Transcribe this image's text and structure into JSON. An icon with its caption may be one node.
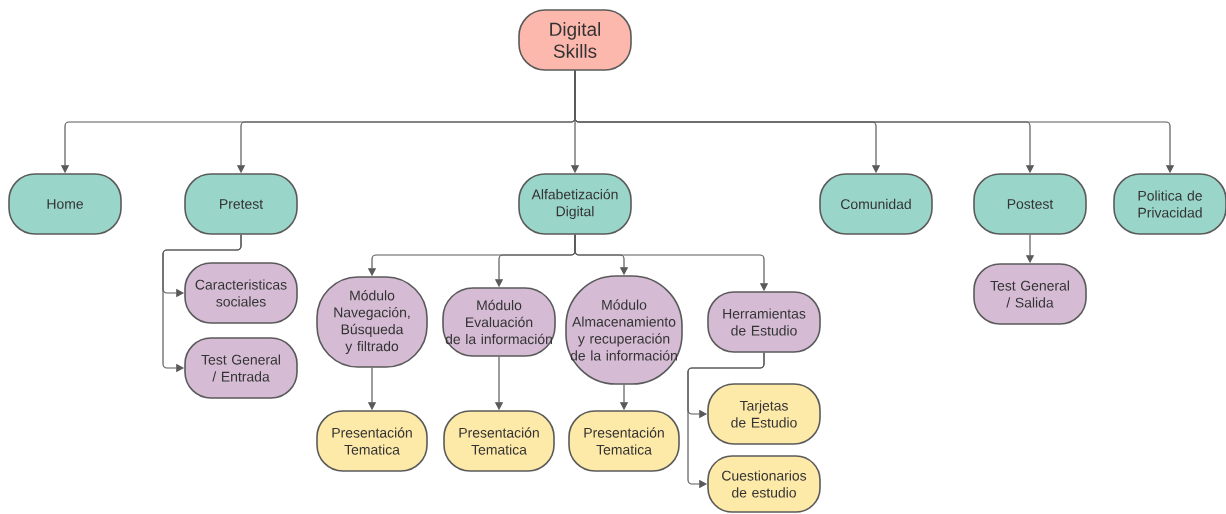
{
  "diagram": {
    "nodes": [
      {
        "text": [
          "Digital Skills"
        ]
      },
      {
        "text": [
          "Home"
        ]
      },
      {
        "text": [
          "Pretest"
        ]
      },
      {
        "text": [
          "Alfabetización Digital"
        ]
      },
      {
        "text": [
          "Comunidad"
        ]
      },
      {
        "text": [
          "Postest"
        ]
      },
      {
        "text": [
          "Politica de Privacidad"
        ]
      },
      {
        "text": [
          "Caracteristicas sociales"
        ]
      },
      {
        "text": [
          "Test General / Entrada"
        ]
      },
      {
        "text": [
          "Módulo Navegación, Búsqueda y filtrado"
        ]
      },
      {
        "text": [
          "Módulo Evaluación de la información"
        ]
      },
      {
        "text": [
          "Módulo Almacenamiento y recuperación de la información"
        ]
      },
      {
        "text": [
          "Herramientas de Estudio"
        ]
      },
      {
        "text": [
          "Test General / Salida"
        ]
      },
      {
        "text": [
          "Presentación Tematica"
        ]
      },
      {
        "text": [
          "Presentación Tematica"
        ]
      },
      {
        "text": [
          "Presentación Tematica"
        ]
      },
      {
        "text": [
          "Tarjetas de Estudio"
        ]
      },
      {
        "text": [
          "Cuestionarios de estudio"
        ]
      }
    ],
    "edges": [
      {
        "from": 0,
        "to": 1,
        "arrow": "to"
      },
      {
        "from": 0,
        "to": 2,
        "arrow": "to"
      },
      {
        "from": 0,
        "to": 3,
        "arrow": "to"
      },
      {
        "from": 0,
        "to": 4,
        "arrow": "to"
      },
      {
        "from": 0,
        "to": 5,
        "arrow": "to"
      },
      {
        "from": 0,
        "to": 6,
        "arrow": "to"
      },
      {
        "from": 2,
        "to": 7,
        "arrow": "to"
      },
      {
        "from": 2,
        "to": 8,
        "arrow": "to"
      },
      {
        "from": 3,
        "to": 9,
        "arrow": "to"
      },
      {
        "from": 3,
        "to": 10,
        "arrow": "to"
      },
      {
        "from": 3,
        "to": 11,
        "arrow": "to"
      },
      {
        "from": 3,
        "to": 12,
        "arrow": "to"
      },
      {
        "from": 5,
        "to": 13,
        "arrow": "to"
      },
      {
        "from": 9,
        "to": 14,
        "arrow": "to"
      },
      {
        "from": 10,
        "to": 15,
        "arrow": "to"
      },
      {
        "from": 11,
        "to": 16,
        "arrow": "to"
      },
      {
        "from": 12,
        "to": 17,
        "arrow": "to"
      },
      {
        "from": 12,
        "to": 18,
        "arrow": "to"
      }
    ]
  }
}
